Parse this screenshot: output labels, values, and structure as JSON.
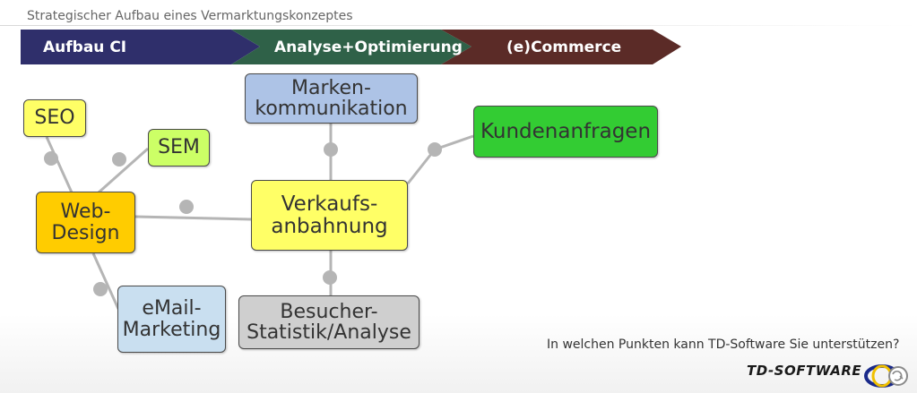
{
  "title": "Strategischer Aufbau eines Vermarktungskonzeptes",
  "phases": [
    {
      "label": "Aufbau CI",
      "color": "#2f2f6b"
    },
    {
      "label": "Analyse+Optimierung",
      "color": "#2f6148"
    },
    {
      "label": "(e)Commerce",
      "color": "#5b2b27"
    }
  ],
  "nodes": {
    "seo": {
      "label": "SEO",
      "color": "#ffff66"
    },
    "sem": {
      "label": "SEM",
      "color": "#ccff66"
    },
    "webdesign": {
      "label": "Web-\nDesign",
      "color": "#ffcc00"
    },
    "email": {
      "label": "eMail-\nMarketing",
      "color": "#c9dff0"
    },
    "verkauf": {
      "label": "Verkaufs-\nanbahnung",
      "color": "#ffff66"
    },
    "marken": {
      "label": "Marken-\nkommunikation",
      "color": "#adc3e6"
    },
    "besucher": {
      "label": "Besucher-\nStatistik/Analyse",
      "color": "#cfcfcf"
    },
    "kunden": {
      "label": "Kundenanfragen",
      "color": "#33cc33"
    }
  },
  "connector_color": "#b5b5b5",
  "question": "In welchen Punkten kann TD-Software Sie unterstützen?",
  "logo": {
    "text": "TD-SOFTWARE",
    "icon": "td-software-logo-icon"
  }
}
